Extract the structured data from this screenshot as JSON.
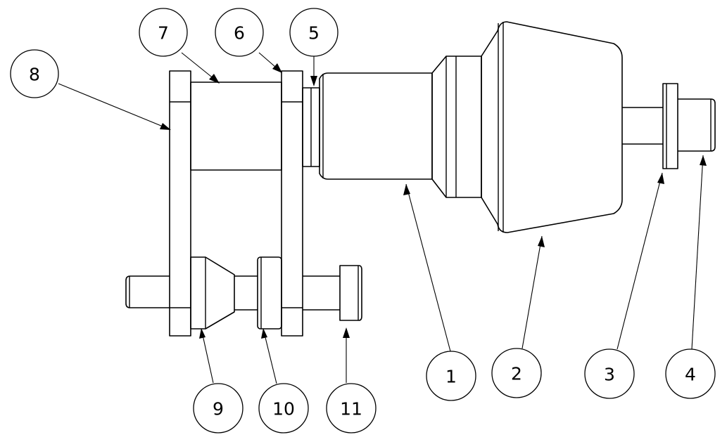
{
  "drawing": {
    "balloons": [
      {
        "id": "balloon-1",
        "label": "1"
      },
      {
        "id": "balloon-2",
        "label": "2"
      },
      {
        "id": "balloon-3",
        "label": "3"
      },
      {
        "id": "balloon-4",
        "label": "4"
      },
      {
        "id": "balloon-5",
        "label": "5"
      },
      {
        "id": "balloon-6",
        "label": "6"
      },
      {
        "id": "balloon-7",
        "label": "7"
      },
      {
        "id": "balloon-8",
        "label": "8"
      },
      {
        "id": "balloon-9",
        "label": "9"
      },
      {
        "id": "balloon-10",
        "label": "10"
      },
      {
        "id": "balloon-11",
        "label": "11"
      }
    ],
    "line_color": "#000000",
    "background_color": "#ffffff"
  }
}
